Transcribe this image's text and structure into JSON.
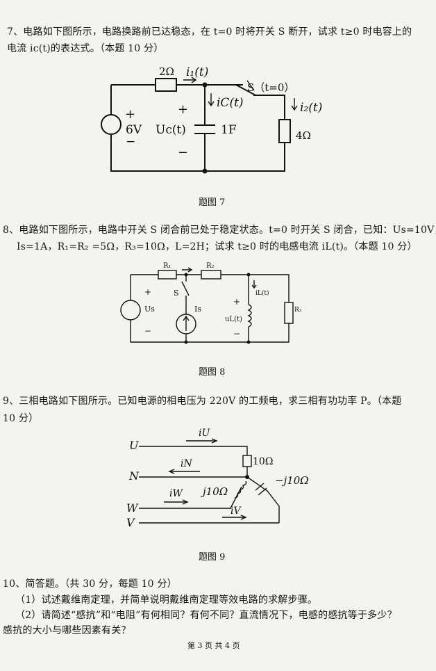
{
  "q7": {
    "line1": "7、电路如下图所示，电路换路前已达稳态，在 t=0 时将开关 S 断开，试求 t≥0 时电容上的",
    "line2": "电流 ic(t)的表达式。（本题 10 分）",
    "caption": "题图 7",
    "labels": {
      "r1": "2Ω",
      "i1": "i₁(t)",
      "switch": "S（t=0）",
      "ic": "iC(t)",
      "i2": "i₂(t)",
      "plus_src": "+",
      "src": "6V",
      "minus_src": "−",
      "plus_cap": "+",
      "uc": "Uc(t)",
      "cap": "1F",
      "minus_cap": "−",
      "r2": "4Ω"
    }
  },
  "q8": {
    "line1": "8、电路如下图所示，电路中开关 S 闭合前已处于稳定状态。t=0 时开关 S 闭合，已知：Us=10V，",
    "line2": "Is=1A，R₁=R₂ =5Ω，R₃=10Ω，L=2H；试求 t≥0 时的电感电流 iL(t)。（本题 10 分）",
    "caption": "题图 8",
    "labels": {
      "r1": "R₁",
      "r2": "R₂",
      "s": "S",
      "is": "Is",
      "us": "Us",
      "plus": "+",
      "minus": "−",
      "il": "iL(t)",
      "ul": "uL(t)",
      "plus_l": "+",
      "minus_l": "−",
      "r3": "R₃"
    }
  },
  "q9": {
    "line1": "9、三相电路如下图所示。已知电源的相电压为 220V 的工频电，求三相有功功率 P。（本题",
    "line2": "10 分）",
    "caption": "题图 9",
    "labels": {
      "iu": "iU",
      "u": "U",
      "in": "iN",
      "r": "10Ω",
      "n": "N",
      "xl": "j10Ω",
      "xc": "−j10Ω",
      "iw": "iW",
      "w": "W",
      "iv": "iV",
      "v": "V"
    }
  },
  "q10": {
    "line1": "10、简答题。（共 30 分，每题 10 分）",
    "line2": "（1）试述戴维南定理，并简单说明戴维南定理等效电路的求解步骤。",
    "line3": "（2）请简述“感抗”和“电阻”有何相同？有何不同？直流情况下，电感的感抗等于多少？",
    "line4": "感抗的大小与哪些因素有关？"
  },
  "footer": "第 3 页 共 4 页"
}
